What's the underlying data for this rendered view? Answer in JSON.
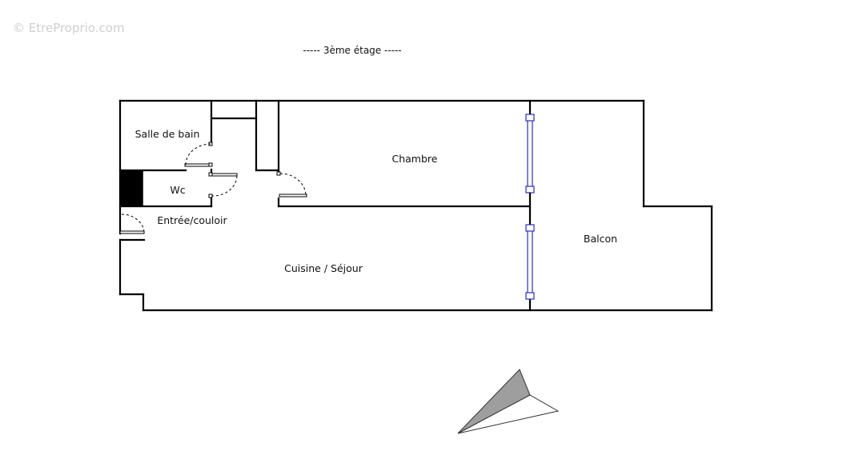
{
  "watermark": "© EtreProprio.com",
  "floor_label": "-----  3ème étage  -----",
  "rooms": {
    "salle_de_bain": "Salle de bain",
    "wc": "Wc",
    "entree": "Entrée/couloir",
    "chambre": "Chambre",
    "cuisine": "Cuisine / Séjour",
    "balcon": "Balcon"
  },
  "colors": {
    "walls": "#000000",
    "windows": "#2b2fb3",
    "compass_fill": "#9e9e9e"
  },
  "icons": {
    "compass": "north-arrow-icon"
  }
}
